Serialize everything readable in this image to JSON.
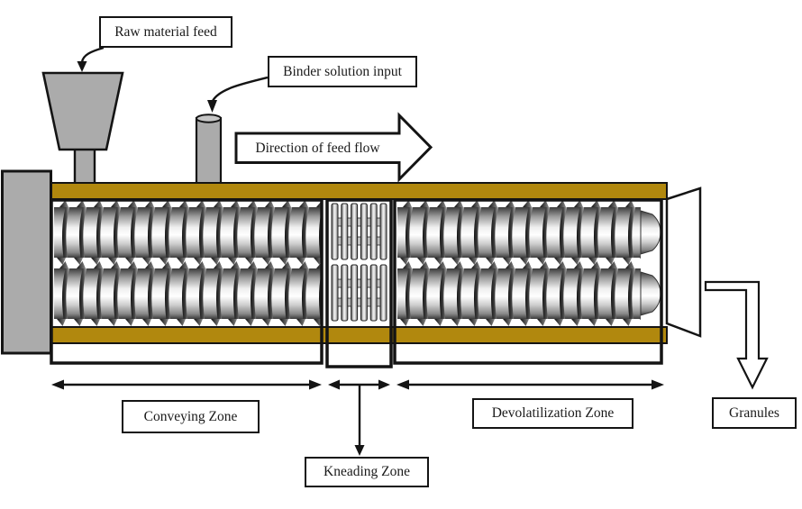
{
  "labels": {
    "raw_material_feed": "Raw material feed",
    "binder_solution_input": "Binder solution input",
    "direction_of_feed_flow": "Direction of feed flow",
    "conveying_zone": "Conveying Zone",
    "kneading_zone": "Kneading Zone",
    "devolatilization_zone": "Devolatilization Zone",
    "granules": "Granules"
  },
  "colors": {
    "barrel_gold": "#B1880E",
    "machine_gray": "#ABABAB",
    "line_black": "#141414",
    "background": "#FFFFFF"
  }
}
